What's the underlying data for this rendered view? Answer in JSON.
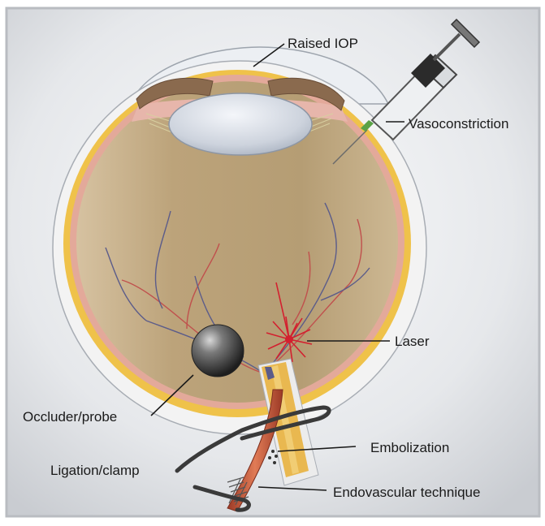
{
  "labels": {
    "raised_iop": "Raised IOP",
    "vasoconstriction": "Vasoconstriction",
    "laser": "Laser",
    "occluder_probe": "Occluder/probe",
    "embolization": "Embolization",
    "ligation_clamp": "Ligation/clamp",
    "endovascular": "Endovascular technique"
  },
  "colors": {
    "background_center": "#fafbfc",
    "background_edge": "#c9ccd1",
    "sclera": "#f2f2f2",
    "choroid": "#efc24a",
    "vitreous": "#bca37a",
    "lens": "#c8cfd9",
    "iris": "#8a6a4e",
    "laser": "#d3202f",
    "artery": "#c0504d",
    "vein": "#5b5c8a",
    "optic_nerve": "#e9b850",
    "vessel_tube": "#c8553c",
    "clamp": "#3a3a3a"
  }
}
